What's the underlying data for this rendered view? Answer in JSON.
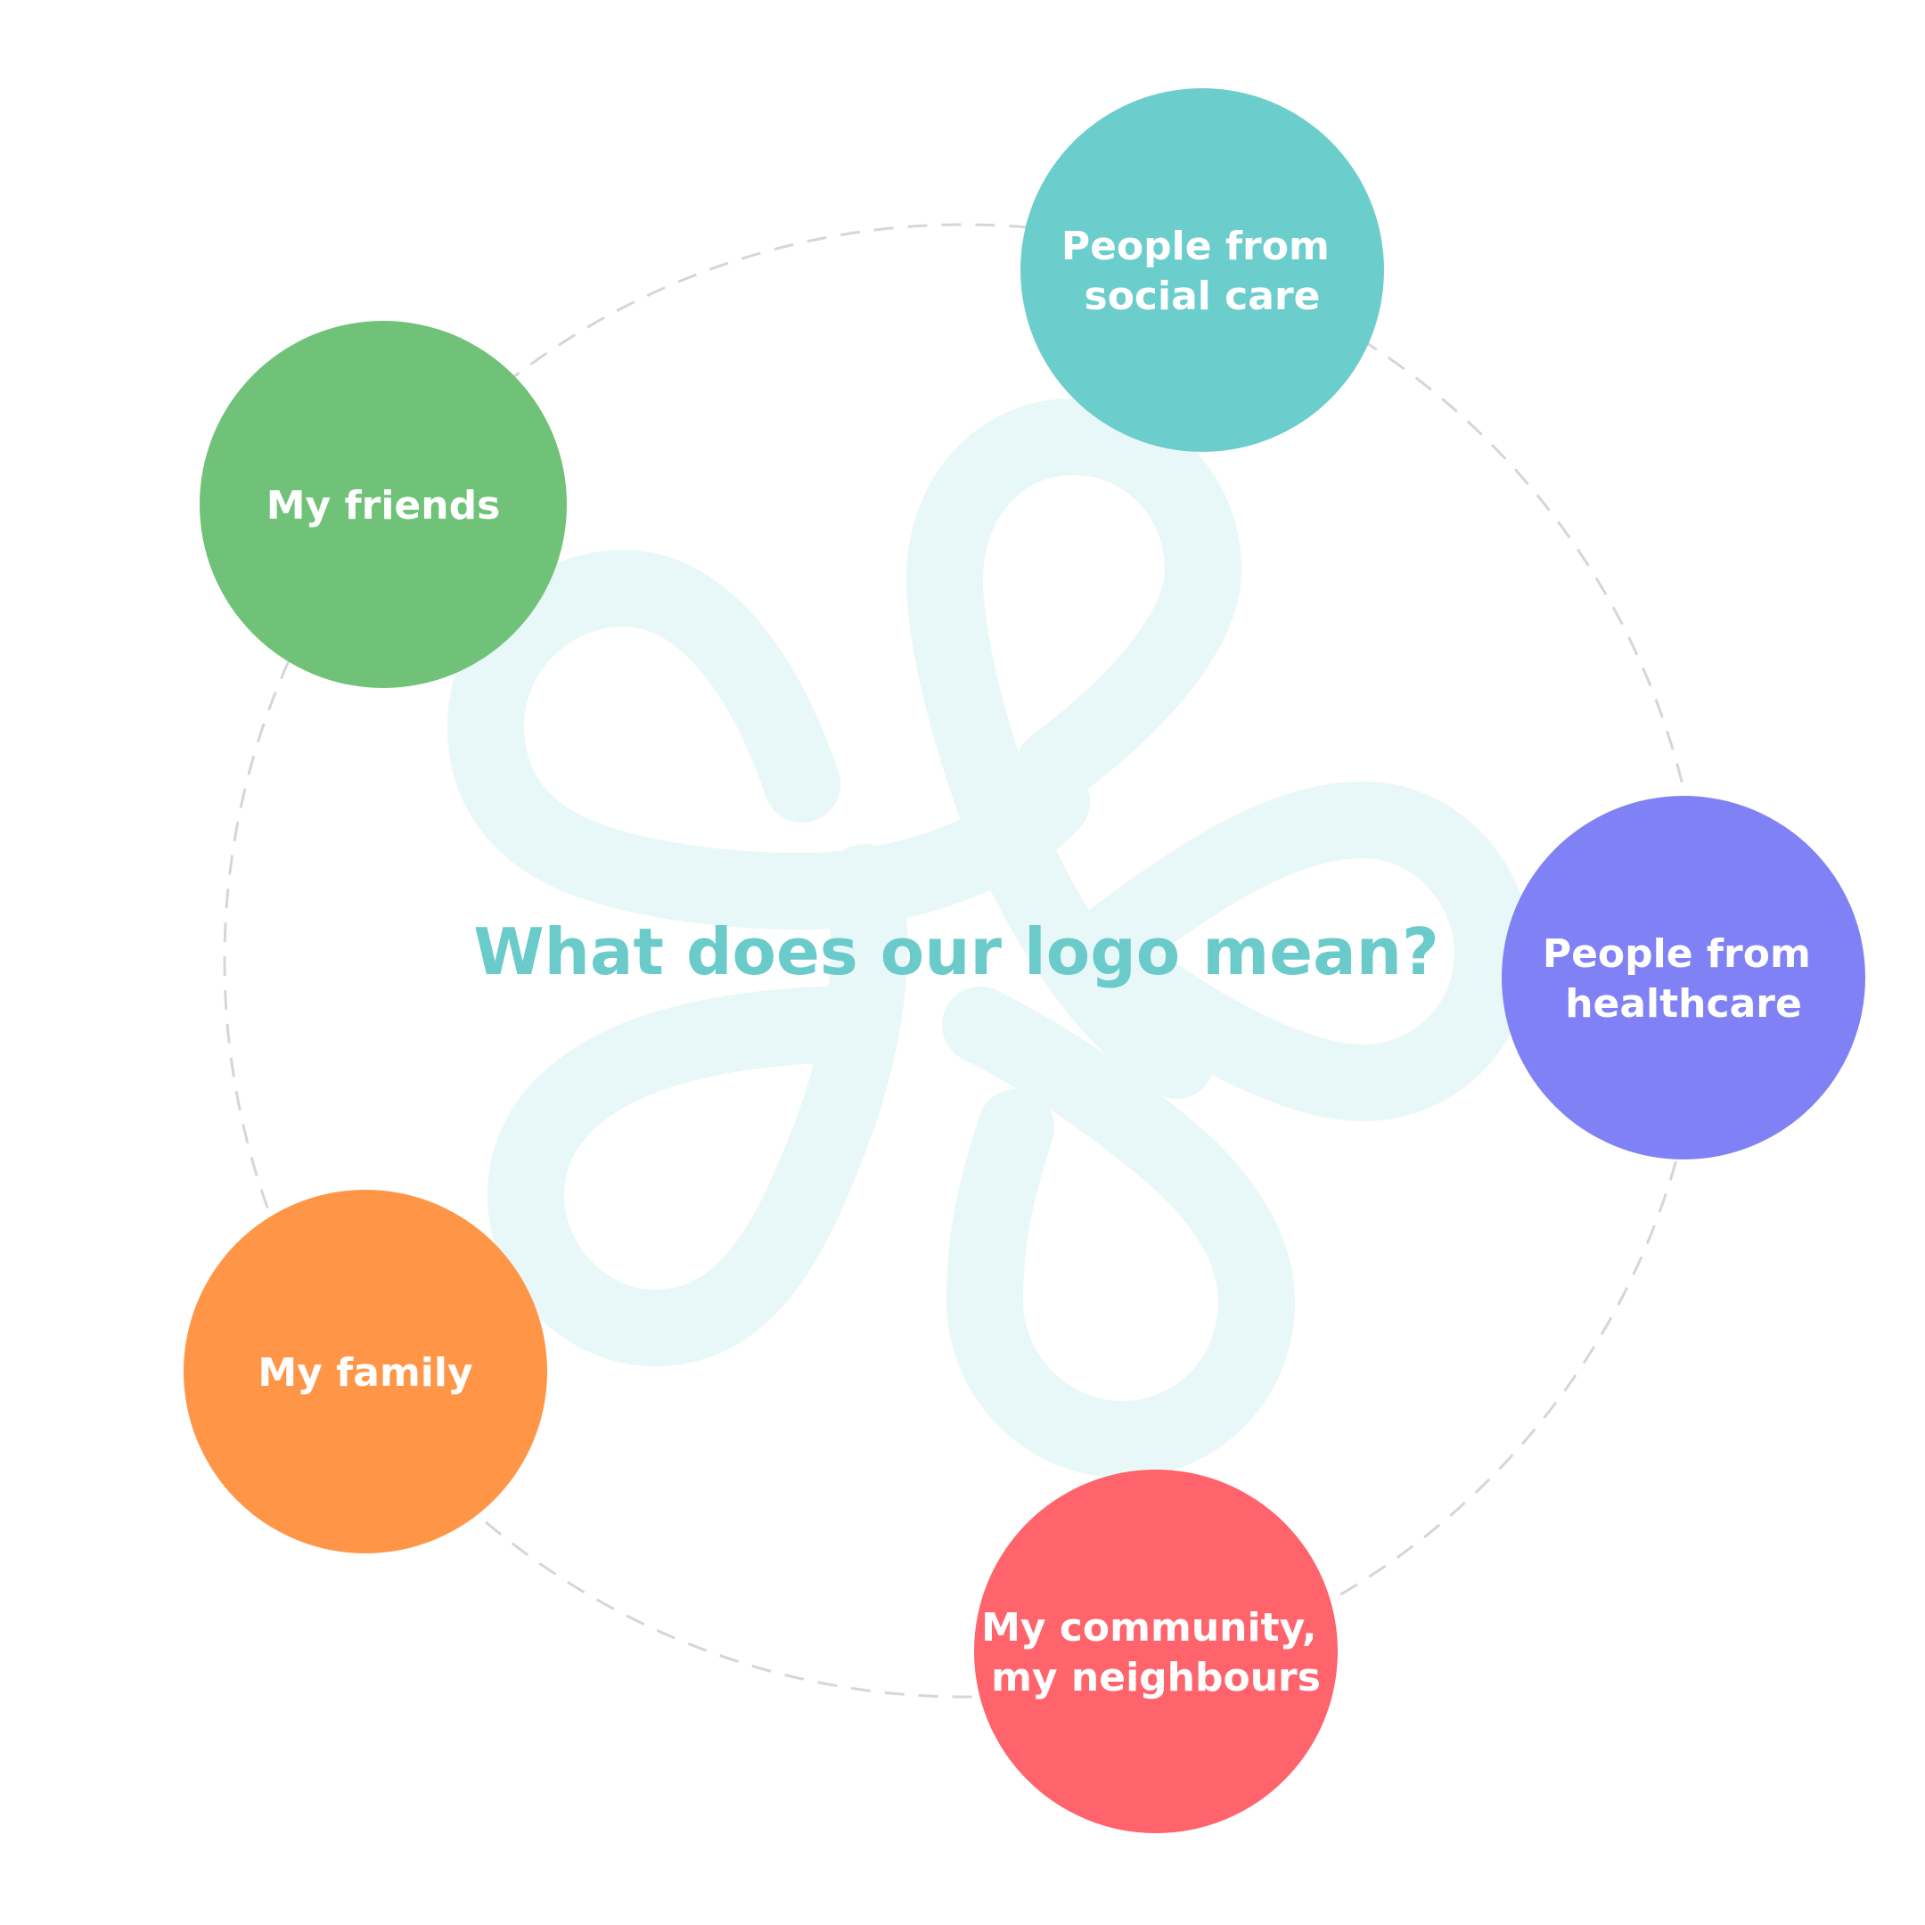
{
  "title": "What does our logo mean?",
  "colors": {
    "title": "#6BCBCB",
    "logo": "#E8F7F7",
    "ring": "#D6D6D6",
    "label": "#FFFFFF"
  },
  "logo_icon": "interlocking-loops-logo",
  "nodes": [
    {
      "id": "social-care",
      "lines": [
        "People from",
        "social care"
      ],
      "color": "#6BCDCC"
    },
    {
      "id": "healthcare",
      "lines": [
        "People from",
        "healthcare"
      ],
      "color": "#8081F4"
    },
    {
      "id": "community",
      "lines": [
        "My community,",
        "my neighbours"
      ],
      "color": "#FF636B"
    },
    {
      "id": "family",
      "lines": [
        "My family"
      ],
      "color": "#FF9547"
    },
    {
      "id": "friends",
      "lines": [
        "My friends"
      ],
      "color": "#6FC277"
    }
  ]
}
